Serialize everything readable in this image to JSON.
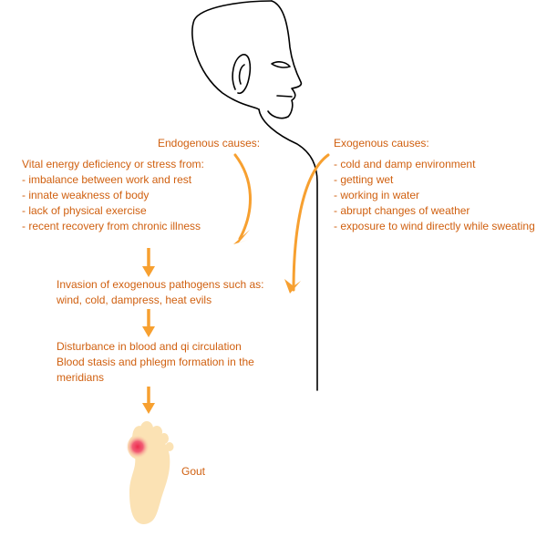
{
  "colors": {
    "text": "#d06010",
    "arrow": "#f7a030",
    "outline": "#000000",
    "foot_fill": "#fbe2b4",
    "inflammation": "#ec2a4c"
  },
  "icons": {
    "head": "human-head-profile-icon",
    "foot": "foot-sole-icon",
    "arrows": "down-arrow-icon"
  },
  "endogenous": {
    "heading": "Endogenous causes:",
    "intro": "Vital energy deficiency or stress from:",
    "items": [
      "- imbalance between work and rest",
      "- innate weakness of body",
      "- lack of physical exercise",
      "- recent recovery from chronic illness"
    ]
  },
  "exogenous": {
    "heading": "Exogenous causes:",
    "items": [
      "- cold and damp environment",
      "- getting wet",
      "- working in water",
      "- abrupt changes of weather",
      "- exposure to wind directly while sweating"
    ]
  },
  "flow": {
    "invasion": [
      "Invasion of exogenous pathogens such as:",
      "wind, cold, dampress, heat evils"
    ],
    "disturbance": [
      "Disturbance in blood and qi circulation",
      "Blood stasis and phlegm formation in the",
      "meridians"
    ],
    "result": "Gout"
  }
}
